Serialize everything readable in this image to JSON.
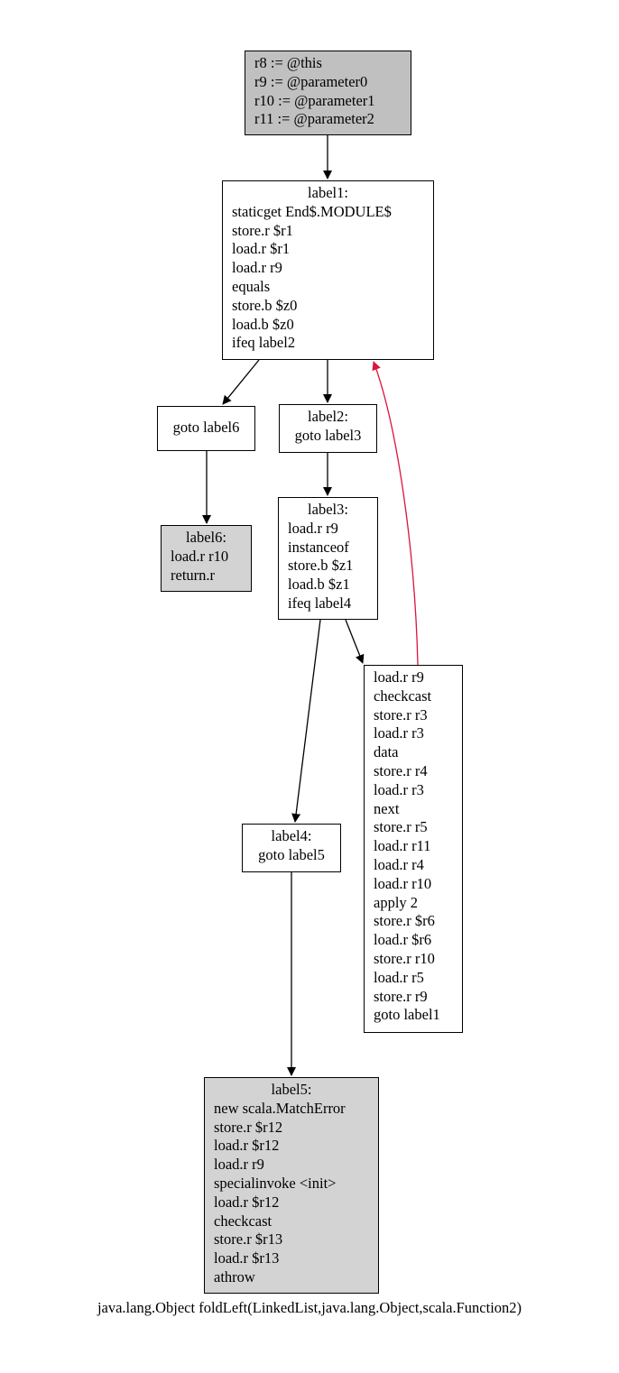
{
  "nodes": {
    "entry": {
      "lines": [
        "r8 := @this",
        "r9 := @parameter0",
        "r10 := @parameter1",
        "r11 := @parameter2"
      ]
    },
    "label1": {
      "label": "label1:",
      "lines": [
        "staticget End$.MODULE$",
        "store.r $r1",
        "load.r $r1",
        "load.r r9",
        "equals",
        "store.b $z0",
        "load.b $z0",
        "ifeq label2"
      ]
    },
    "goto6": {
      "lines": [
        "goto label6"
      ]
    },
    "label2": {
      "label": "label2:",
      "lines": [
        "goto label3"
      ]
    },
    "label6": {
      "label": "label6:",
      "lines": [
        "load.r r10",
        "return.r"
      ]
    },
    "label3": {
      "label": "label3:",
      "lines": [
        "load.r r9",
        "instanceof",
        "store.b $z1",
        "load.b $z1",
        "ifeq label4"
      ]
    },
    "loop": {
      "lines": [
        "load.r r9",
        "checkcast",
        "store.r r3",
        "load.r r3",
        "data",
        "store.r r4",
        "load.r r3",
        "next",
        "store.r r5",
        "load.r r11",
        "load.r r4",
        "load.r r10",
        "apply 2",
        "store.r $r6",
        "load.r $r6",
        "store.r r10",
        "load.r r5",
        "store.r r9",
        "goto label1"
      ]
    },
    "label4": {
      "label": "label4:",
      "lines": [
        "goto label5"
      ]
    },
    "label5": {
      "label": "label5:",
      "lines": [
        "new scala.MatchError",
        "store.r $r12",
        "load.r $r12",
        "load.r r9",
        "specialinvoke <init>",
        "load.r $r12",
        "checkcast",
        "store.r $r13",
        "load.r $r13",
        "athrow"
      ]
    }
  },
  "caption": "java.lang.Object foldLeft(LinkedList,java.lang.Object,scala.Function2)",
  "colors": {
    "edge": "#000000",
    "back_edge": "#dc143c",
    "terminal_fill": "#d3d3d3",
    "entry_fill": "#c0c0c0"
  }
}
